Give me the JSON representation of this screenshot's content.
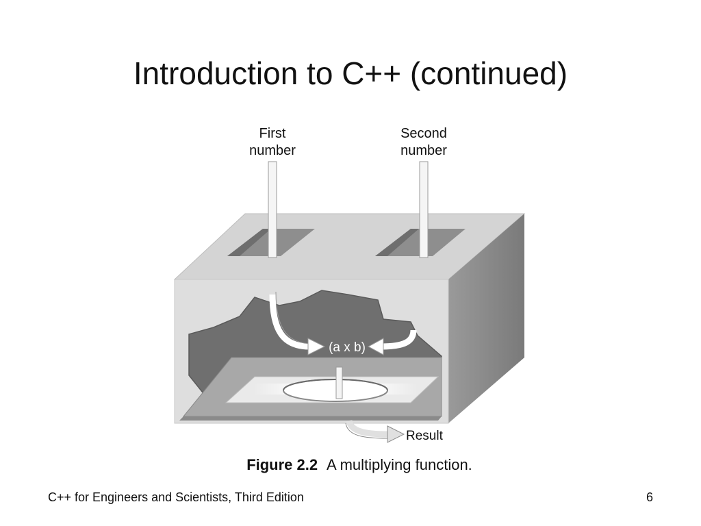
{
  "slide": {
    "title": "Introduction to C++ (continued)",
    "page_number": "6",
    "footer": "C++ for Engineers and Scientists, Third Edition"
  },
  "figure": {
    "input1_line1": "First",
    "input1_line2": "number",
    "input2_line1": "Second",
    "input2_line2": "number",
    "operation": "(a x b)",
    "output": "Result",
    "caption_number": "Figure 2.2",
    "caption_text": "A multiplying function."
  },
  "colors": {
    "box_front": "#dcdcdc",
    "box_top": "#d2d2d2",
    "box_side": "#8c8c8c",
    "gear": "#707070",
    "inner_floor": "#a9a9a9"
  }
}
